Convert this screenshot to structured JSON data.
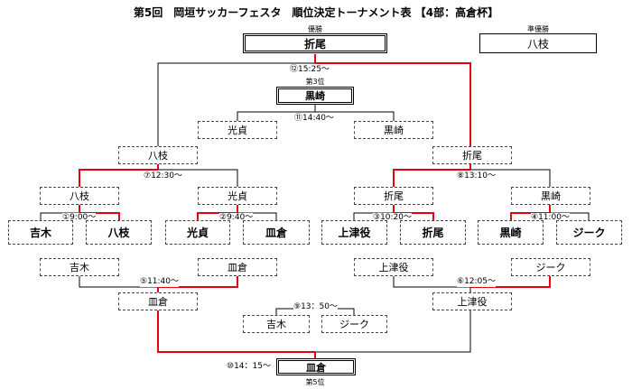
{
  "title": "第5回　岡垣サッカーフェスタ　順位決定トーナメント表 【4部：高倉杯】",
  "captions": {
    "champion": "優勝",
    "runner_up": "準優勝",
    "third": "第3位",
    "fifth": "第5位"
  },
  "final_results": {
    "champion": "折尾",
    "runner_up": "八枝",
    "third": "黒崎",
    "fifth": "皿倉"
  },
  "matches": {
    "m1": "①9:00～",
    "m2": "②9:40～",
    "m3": "③10:20～",
    "m4": "④11:00～",
    "m5": "⑤11:40～",
    "m6": "⑥12:05～",
    "m7": "⑦12:30～",
    "m8": "⑧13:10～",
    "m9": "⑨13：50～",
    "m10": "⑩14：15～",
    "m11": "⑪14:40～",
    "m12": "⑫15:25～"
  },
  "first_round": [
    "吉木",
    "八枝",
    "光貞",
    "皿倉",
    "上津役",
    "折尾",
    "黒崎",
    "ジーク"
  ],
  "second_round_winners": [
    "八枝",
    "光貞",
    "折尾",
    "黒崎"
  ],
  "second_round_losers": [
    "吉木",
    "皿倉",
    "上津役",
    "ジーク"
  ],
  "semifinal_winners": [
    "八枝",
    "折尾"
  ],
  "third_place_match": [
    "光貞",
    "黒崎"
  ],
  "consolation_finalists": [
    "皿倉",
    "上津役"
  ],
  "ninth_match": [
    "吉木",
    "ジーク"
  ],
  "colors": {
    "winner_line": "#e60012",
    "line": "#000000"
  }
}
